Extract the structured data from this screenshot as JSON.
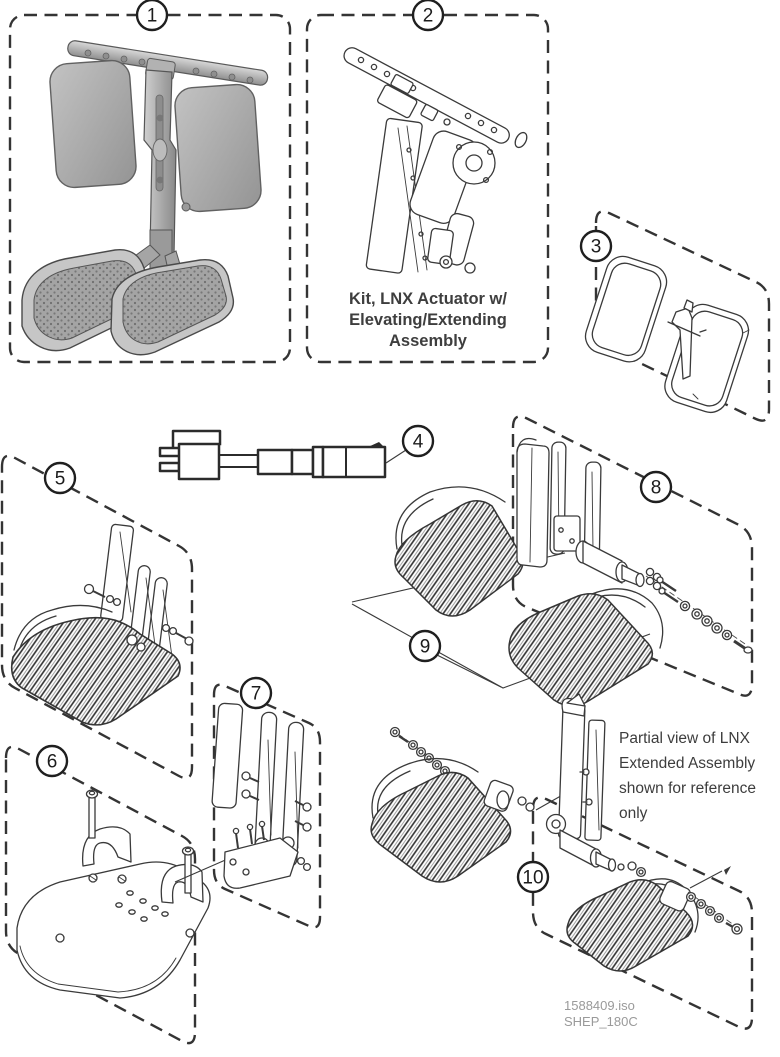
{
  "callouts": [
    {
      "number": "1"
    },
    {
      "number": "2"
    },
    {
      "number": "3"
    },
    {
      "number": "4"
    },
    {
      "number": "5"
    },
    {
      "number": "6"
    },
    {
      "number": "7"
    },
    {
      "number": "8"
    },
    {
      "number": "9"
    },
    {
      "number": "10"
    }
  ],
  "labels": {
    "kit_caption": "Kit, LNX Actuator w/\nElevating/Extending\nAssembly",
    "partial_view_note": "Partial view of LNX\nExtended Assembly\nshown for reference\nonly",
    "file_reference": "1588409.iso",
    "sheet_code": "SHEP_180C"
  },
  "colors": {
    "line": "#3a3a3a",
    "note_gray": "#9a9a9a",
    "caption_dark": "#3e3e3e",
    "shade_light": "#d6d6d6",
    "shade_mid": "#a6a6a6",
    "shade_dark": "#8a8a8a"
  }
}
